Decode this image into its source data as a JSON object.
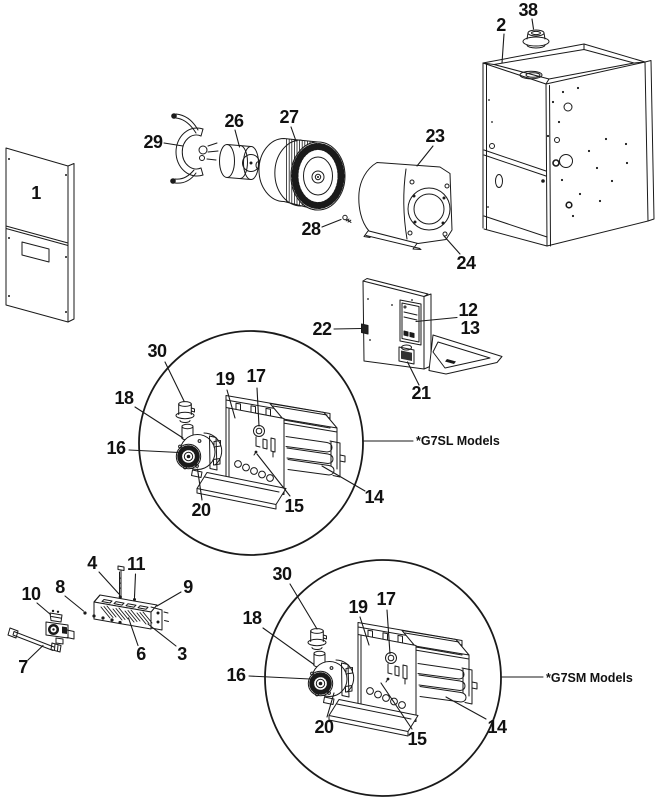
{
  "diagram": {
    "type": "exploded-parts-diagram",
    "background_color": "#ffffff",
    "line_color": "#1a1a1a",
    "detail_labels": {
      "g7sl": "*G7SL Models",
      "g7sm": "*G7SM Models"
    },
    "callouts": [
      "1",
      "2",
      "38",
      "29",
      "26",
      "27",
      "28",
      "23",
      "24",
      "22",
      "12",
      "13",
      "21",
      "30",
      "18",
      "16",
      "19",
      "17",
      "20",
      "15",
      "14",
      "4",
      "11",
      "8",
      "10",
      "9",
      "7",
      "6",
      "3",
      "30",
      "18",
      "16",
      "19",
      "17",
      "20",
      "15",
      "14"
    ]
  }
}
